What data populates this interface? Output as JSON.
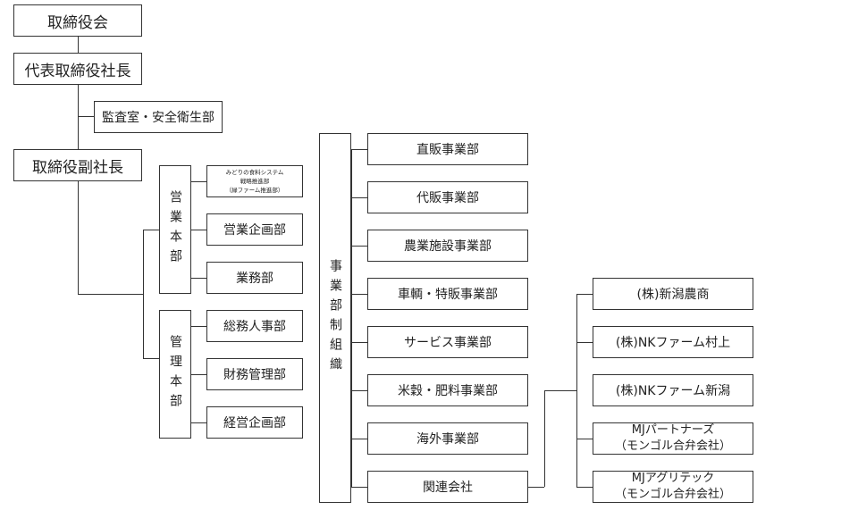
{
  "board": "取締役会",
  "president": "代表取締役社長",
  "audit": "監査室・安全衛生部",
  "vice_president": "取締役副社長",
  "sales_hq": {
    "label": "営業本部",
    "depts": [
      [
        "みどりの食料システム",
        "戦略推進部",
        "（緑ファーム推進部）"
      ],
      [
        "営業企画部"
      ],
      [
        "業務部"
      ]
    ]
  },
  "admin_hq": {
    "label": "管理本部",
    "depts": [
      "総務人事部",
      "財務管理部",
      "経営企画部"
    ]
  },
  "business_org": {
    "label": "事業部制組織",
    "depts": [
      "直販事業部",
      "代販事業部",
      "農業施設事業部",
      "車輌・特販事業部",
      "サービス事業部",
      "米穀・肥料事業部",
      "海外事業部",
      "関連会社"
    ]
  },
  "affiliates": [
    [
      "(株)新潟農商"
    ],
    [
      "(株)NKファーム村上"
    ],
    [
      "(株)NKファーム新潟"
    ],
    [
      "MJパートナーズ",
      "（モンゴル合弁会社）"
    ],
    [
      "MJアグリテック",
      "（モンゴル合弁会社）"
    ]
  ]
}
